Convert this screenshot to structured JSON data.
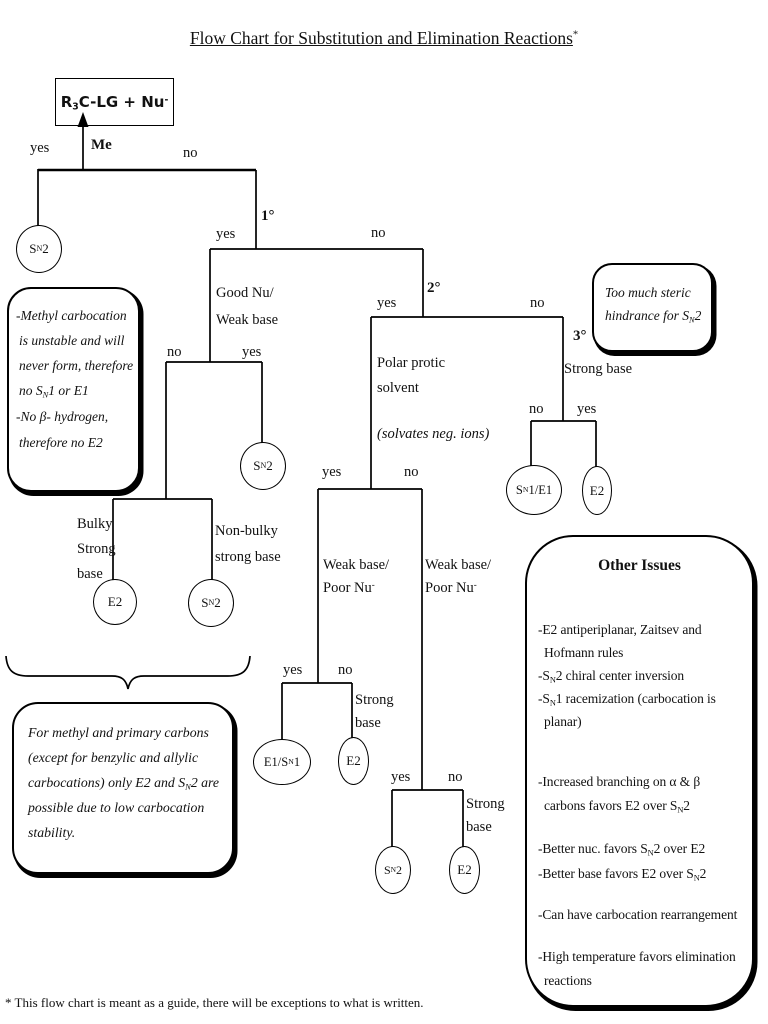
{
  "title": {
    "text": "Flow Chart for Substitution and Elimination Reactions",
    "sup": "*"
  },
  "root": {
    "formula": "R~3~C-LG + Nu^-^"
  },
  "common": {
    "yes": "yes",
    "no": "no"
  },
  "decisions": {
    "me": "Me",
    "primary": "1°",
    "secondary": "2°",
    "tertiary": "3°",
    "good_nu": [
      "Good Nu/",
      "Weak base"
    ],
    "polar": [
      "Polar protic",
      "solvent"
    ],
    "solvates": "(solvates neg. ions)",
    "strong_base_line": "Strong base",
    "strong_base": [
      "Strong",
      "base"
    ],
    "bulky": [
      "Bulky",
      "Strong",
      "base"
    ],
    "non_bulky": [
      "Non-bulky",
      "strong base"
    ],
    "weak_base": [
      "Weak base/",
      "Poor Nu^-^"
    ]
  },
  "results": {
    "sn2": "S~N~2",
    "e2": "E2",
    "sn1_e1": "S~N~1/E1",
    "e1_sn1": "E1/S~N~1"
  },
  "notes": {
    "methyl": {
      "lines": [
        "-Methyl carbocation",
        "is unstable and will",
        "never form, therefore",
        "no S~N~1 or E1",
        "-No β- hydrogen,",
        "therefore no E2"
      ]
    },
    "primary": {
      "lines": [
        "For methyl and primary carbons",
        "(except for benzylic and allylic",
        "carbocations) only E2 and S~N~2 are",
        "possible due to low carbocation",
        "stability."
      ]
    },
    "steric": {
      "lines": [
        "Too much steric",
        "hindrance for S~N~2"
      ]
    },
    "other": {
      "title": "Other Issues",
      "lines": [
        "-E2 antiperiplanar, Zaitsev and",
        "Hofmann rules",
        "-S~N~2 chiral center inversion",
        "-S~N~1 racemization (carbocation is",
        "planar)",
        "-Increased branching on α & β",
        "carbons favors E2 over S~N~2",
        "-Better nuc. favors S~N~2 over E2",
        "-Better base favors E2 over S~N~2",
        "-Can have carbocation rearrangement",
        "-High temperature favors elimination",
        "reactions"
      ]
    }
  },
  "footnote": "* This flow chart is meant as a guide, there will be exceptions to what is written."
}
